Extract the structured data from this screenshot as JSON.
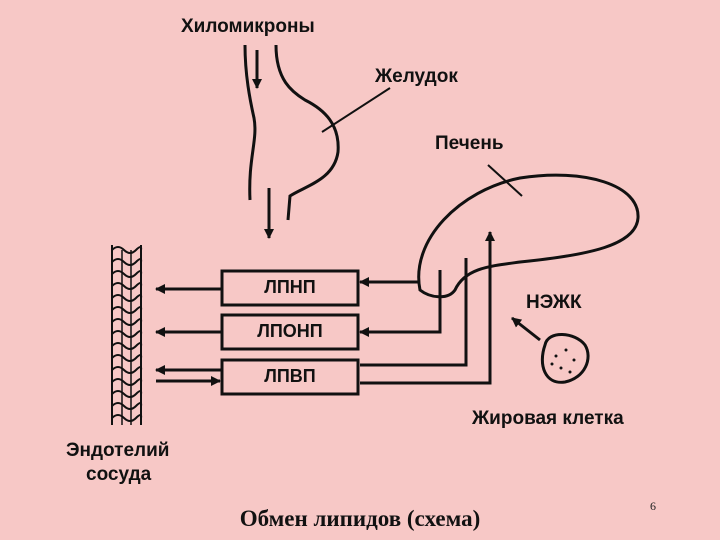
{
  "labels": {
    "chylomicrons": "Хиломикроны",
    "stomach": "Желудок",
    "liver": "Печень",
    "nefa": "НЭЖК",
    "fat_cell": "Жировая клетка",
    "endothelium_line1": "Эндотелий",
    "endothelium_line2": "сосуда"
  },
  "boxes": [
    {
      "label": "ЛПНП"
    },
    {
      "label": "ЛПОНП"
    },
    {
      "label": "ЛПВП"
    }
  ],
  "caption": "Обмен липидов (схема)",
  "page_number": "6",
  "colors": {
    "background": "#f7c8c6",
    "ink": "#111111"
  }
}
